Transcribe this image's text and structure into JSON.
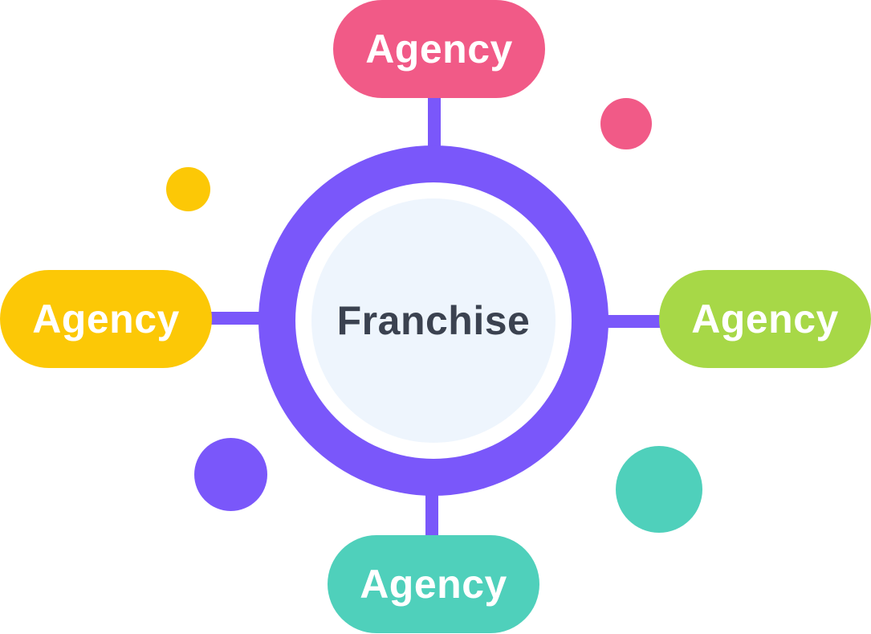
{
  "center": {
    "label": "Franchise",
    "ring_color": "#7a57fa",
    "fill_color": "#eef5fd",
    "text_color": "#3b4250"
  },
  "nodes": [
    {
      "position": "top",
      "label": "Agency",
      "color": "#f15a87"
    },
    {
      "position": "left",
      "label": "Agency",
      "color": "#fcc806"
    },
    {
      "position": "right",
      "label": "Agency",
      "color": "#a7d847"
    },
    {
      "position": "bottom",
      "label": "Agency",
      "color": "#4fd0bb"
    }
  ],
  "connector_color": "#7a57fa",
  "decorative_dots": [
    {
      "name": "pink",
      "color": "#f15a87"
    },
    {
      "name": "yellow",
      "color": "#fcc806"
    },
    {
      "name": "purple",
      "color": "#7a57fa"
    },
    {
      "name": "teal",
      "color": "#4fd0bb"
    }
  ]
}
